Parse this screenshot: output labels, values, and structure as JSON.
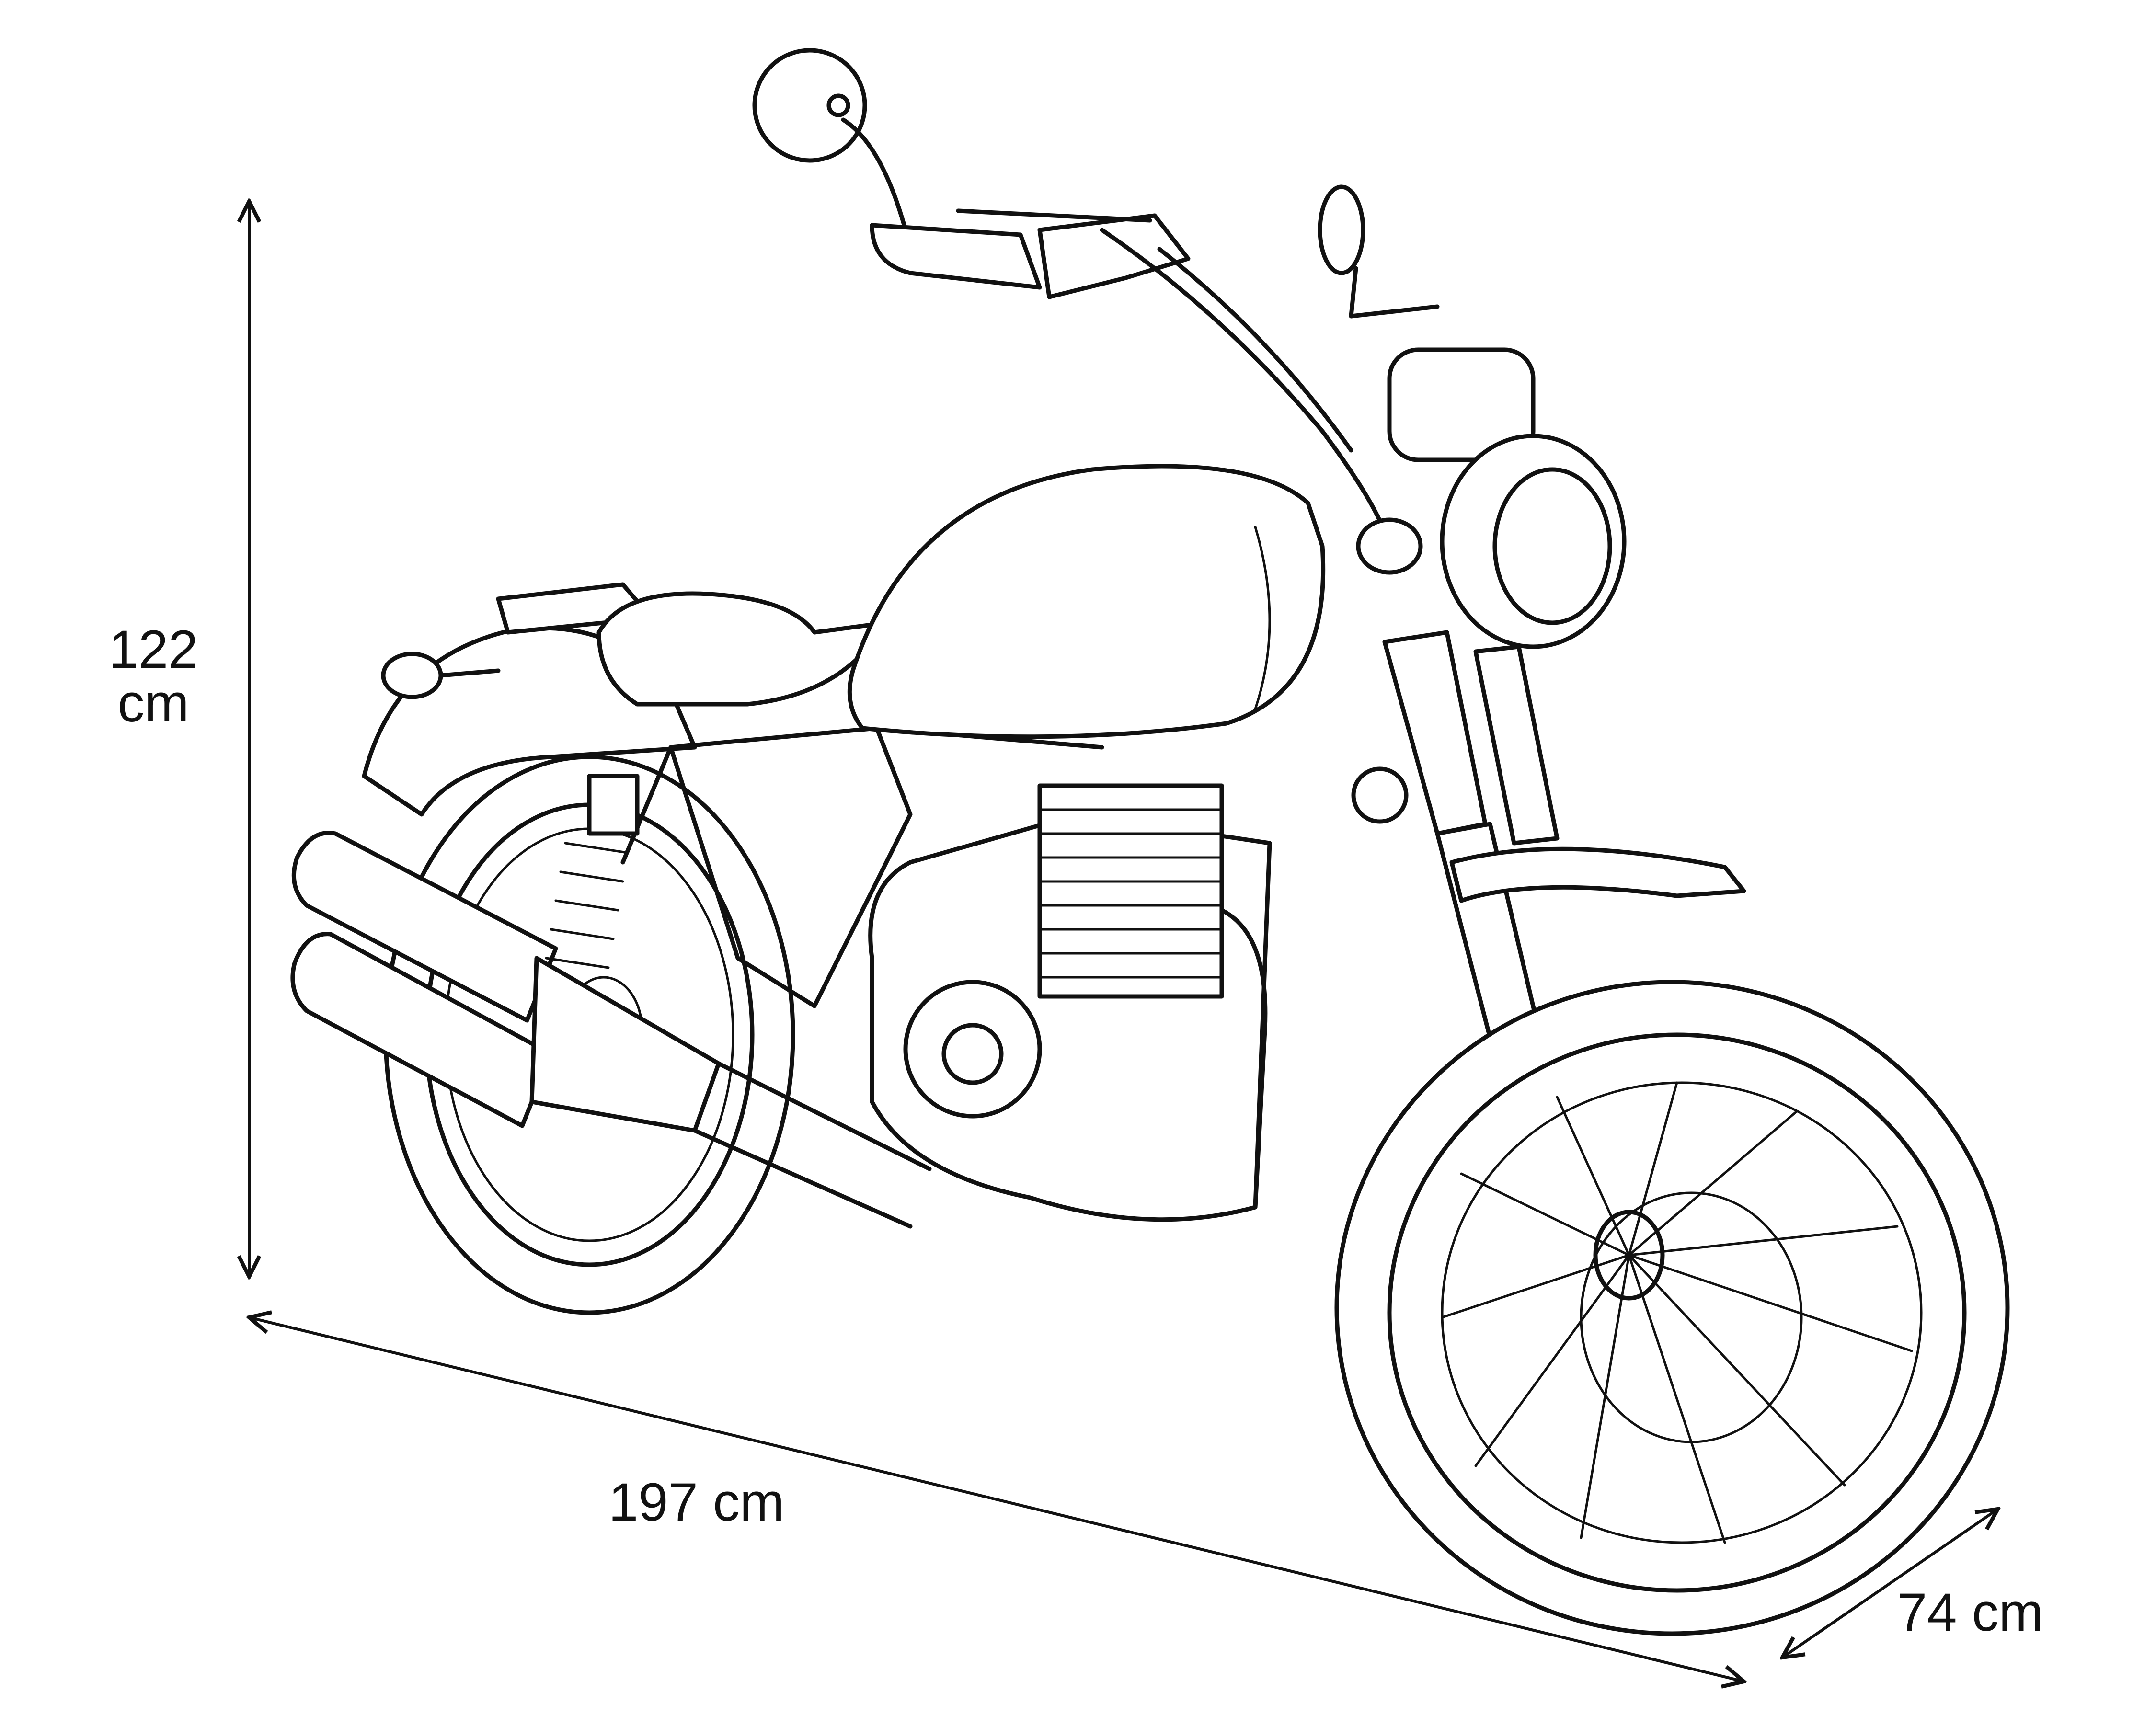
{
  "dimensions": {
    "height": {
      "value": "122",
      "unit": "cm"
    },
    "length": {
      "label": "197 cm"
    },
    "width": {
      "label": "74 cm"
    }
  },
  "colors": {
    "line": "#111111",
    "background": "#ffffff"
  },
  "illustration": {
    "subject-icon": "motorcycle-line-drawing"
  }
}
